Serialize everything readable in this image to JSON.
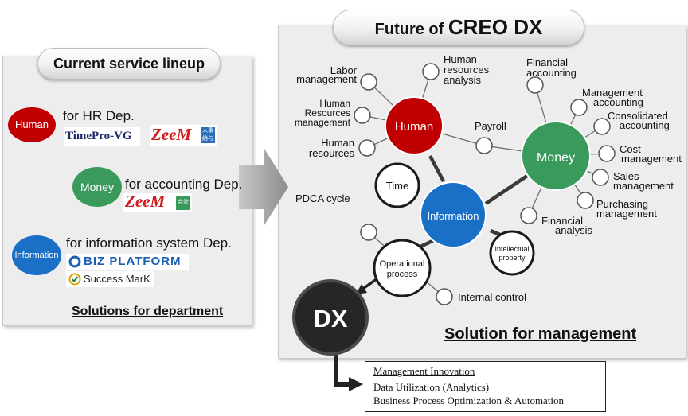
{
  "left_panel": {
    "title": "Current service lineup",
    "human": {
      "circle": "Human",
      "desc": "for HR Dep.",
      "logos": [
        "TimePro-VG",
        "ZeeM",
        "人事給与"
      ]
    },
    "money": {
      "circle": "Money",
      "desc": "for accounting Dep.",
      "logos": [
        "ZeeM",
        "会計"
      ]
    },
    "information": {
      "circle": "Information",
      "desc": "for information system Dep.",
      "logos": [
        "BIZ PLATFORM",
        "Success MarK"
      ]
    },
    "footer": "Solutions for department"
  },
  "right_panel": {
    "title_prefix": "Future of ",
    "title_brand": "CREO DX",
    "hubs": {
      "human": "Human",
      "money": "Money",
      "information": "Information",
      "dx": "DX"
    },
    "nodes": {
      "time": "Time",
      "operational_process": [
        "Operational",
        "process"
      ],
      "intellectual_property": [
        "Intellectual",
        "property"
      ]
    },
    "labels": {
      "labor_management": [
        "Labor",
        "management"
      ],
      "hr_resources_analysis": [
        "Human",
        "resources",
        "analysis"
      ],
      "financial_accounting": [
        "Financial",
        "accounting"
      ],
      "management_accounting": [
        "Management",
        "accounting"
      ],
      "consolidated_accounting": [
        "Consolidated",
        "accounting"
      ],
      "cost_management": [
        "Cost",
        "management"
      ],
      "sales_management": [
        "Sales",
        "management"
      ],
      "purchasing_management": [
        "Purchasing",
        "management"
      ],
      "financial_analysis": [
        "Financial",
        "analysis"
      ],
      "human_resources_management": [
        "Human",
        "Resources",
        "management"
      ],
      "human_resources": [
        "Human",
        "resources"
      ],
      "payroll": "Payroll",
      "pdca_cycle": "PDCA cycle",
      "internal_control": "Internal control"
    },
    "footer": "Solution for management"
  },
  "management_box": {
    "title": "Management Innovation",
    "line1": "Data Utilization (Analytics)",
    "line2": "Business Process Optimization & Automation"
  },
  "colors": {
    "human": "#c00000",
    "money": "#3a9a5c",
    "information": "#1a6fc6",
    "dx": "#262626"
  }
}
